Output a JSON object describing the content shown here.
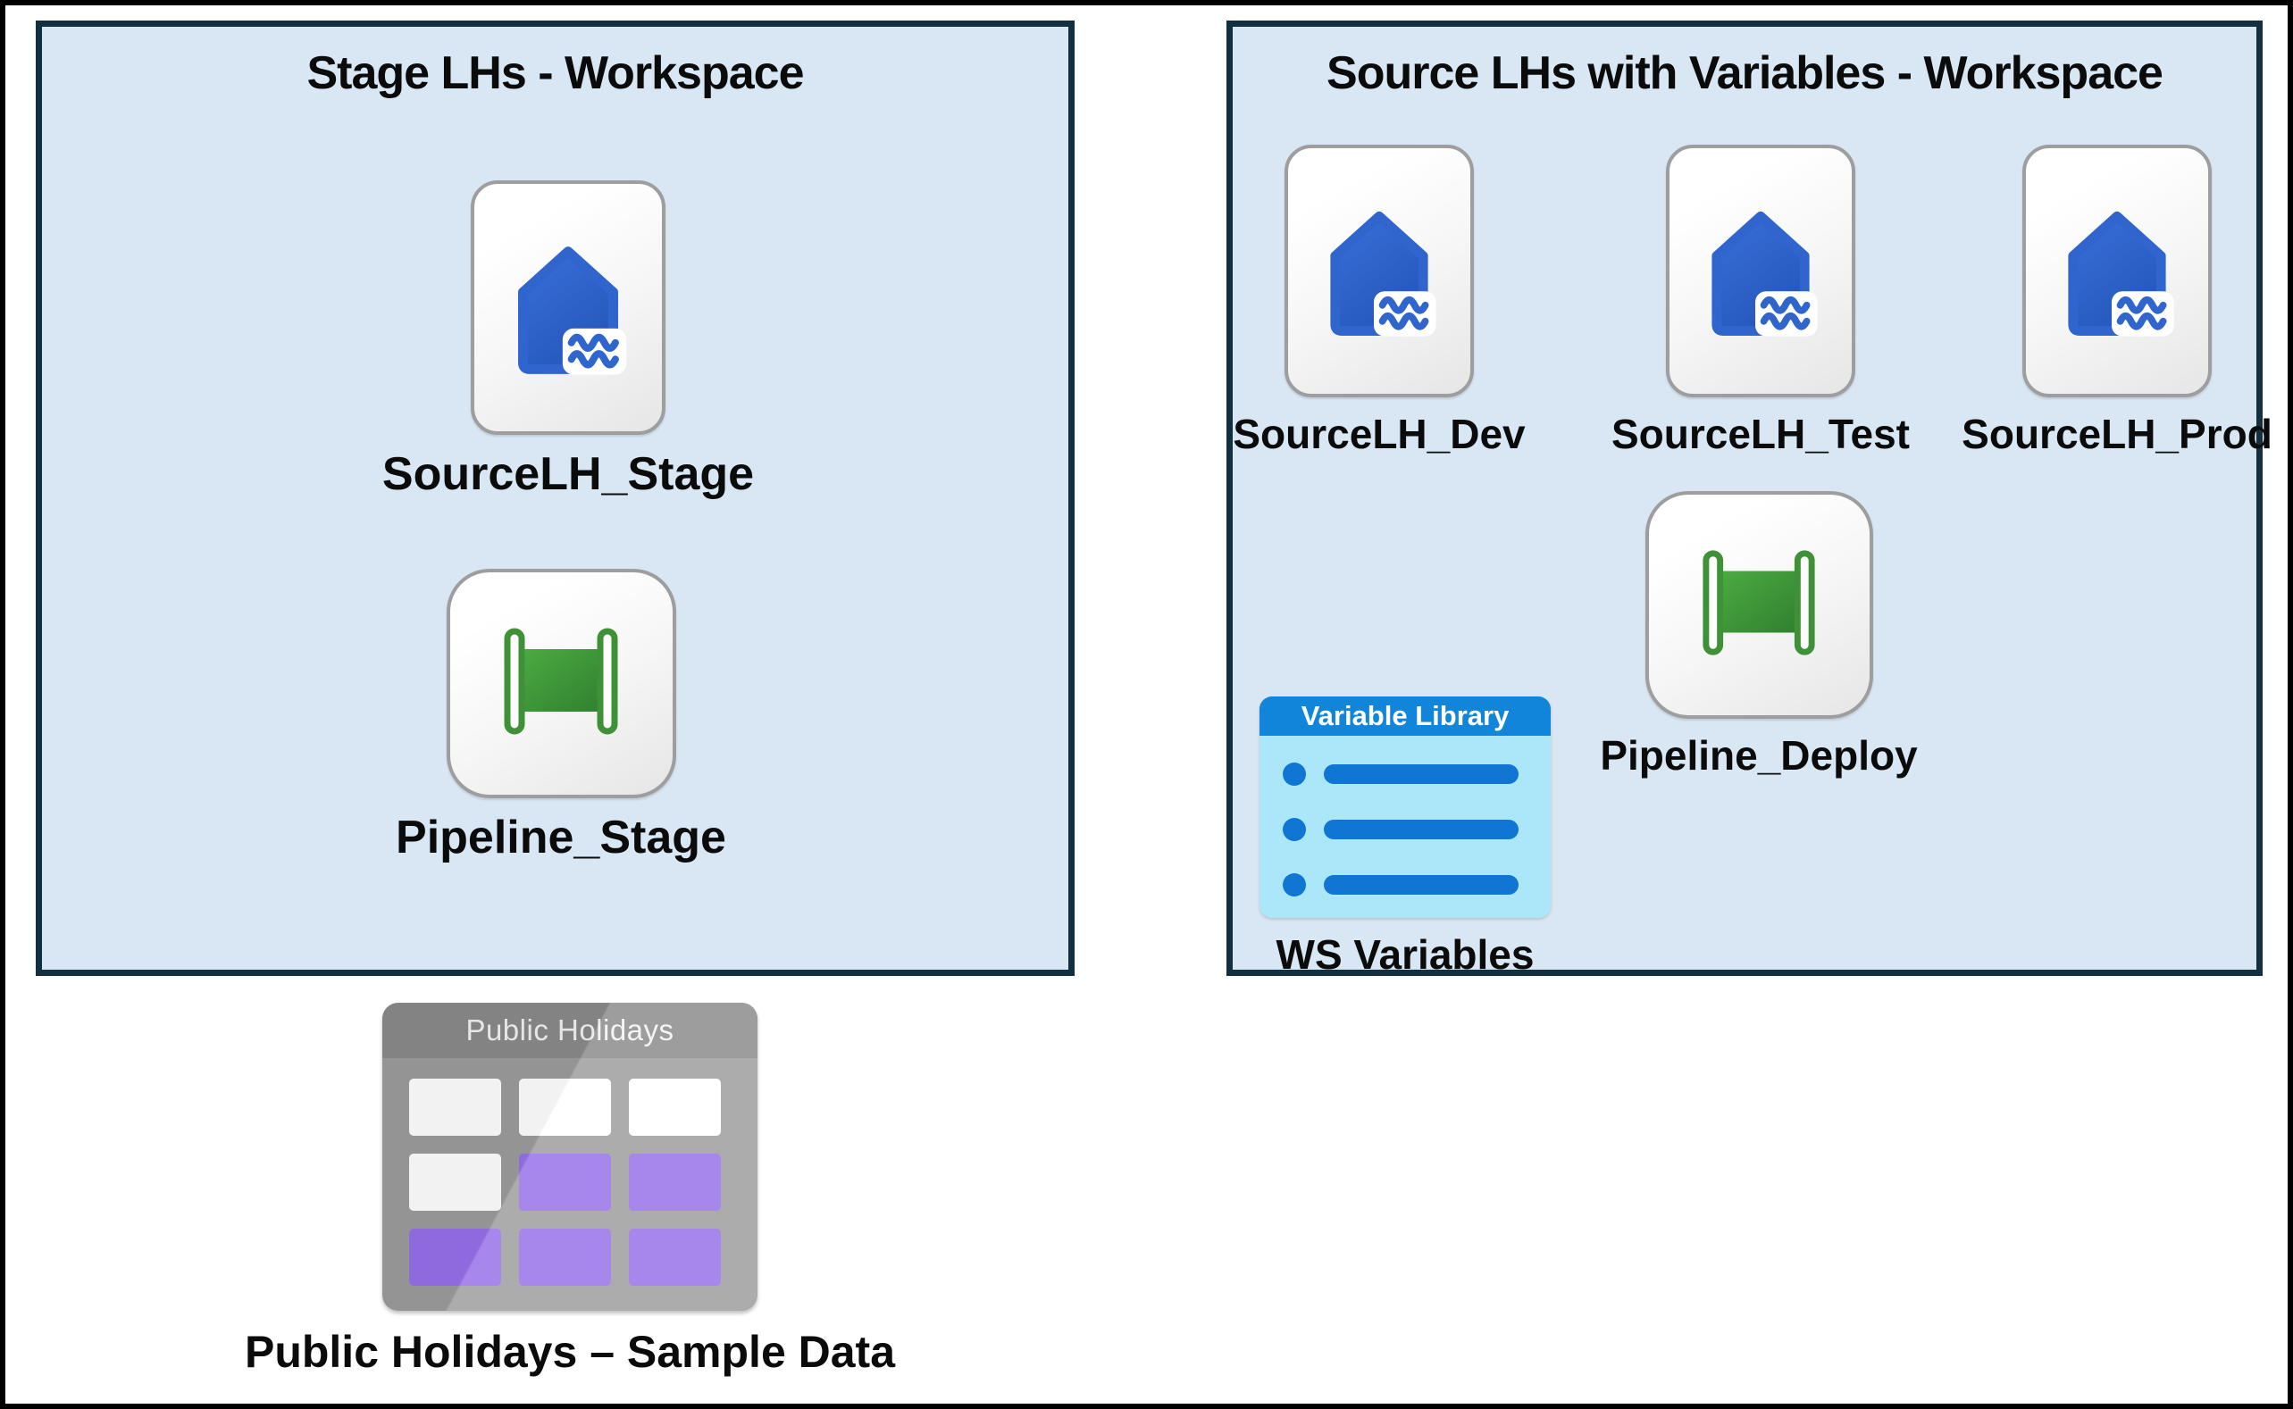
{
  "colors": {
    "frame": "#000000",
    "panel_bg": "#d9e6f4",
    "panel_border": "#12303f",
    "lakehouse_blue": "#2f65cd",
    "pipeline_green": "#3d9a3d",
    "vl_header_blue": "#1185da",
    "vl_body_cyan": "#abe7f9",
    "vl_item_blue": "#0f76d3",
    "table_header_gray": "#8a8a8a",
    "table_body_gray": "#9c9c9c",
    "table_cell_purple": "#9770ea"
  },
  "left_panel": {
    "title": "Stage LHs - Workspace",
    "lakehouse": {
      "label": "SourceLH_Stage"
    },
    "pipeline": {
      "label": "Pipeline_Stage"
    }
  },
  "right_panel": {
    "title": "Source LHs with Variables - Workspace",
    "lakehouses": [
      {
        "label": "SourceLH_Dev"
      },
      {
        "label": "SourceLH_Test"
      },
      {
        "label": "SourceLH_Prod"
      }
    ],
    "pipeline": {
      "label": "Pipeline_Deploy"
    },
    "variable_library": {
      "icon_title": "Variable Library",
      "label": "WS Variables"
    }
  },
  "sample_data": {
    "icon_title": "Public Holidays",
    "label": "Public Holidays – Sample Data",
    "cells": [
      [
        "white",
        "white",
        "white"
      ],
      [
        "white",
        "purple",
        "purple"
      ],
      [
        "purple",
        "purple",
        "purple"
      ]
    ]
  }
}
